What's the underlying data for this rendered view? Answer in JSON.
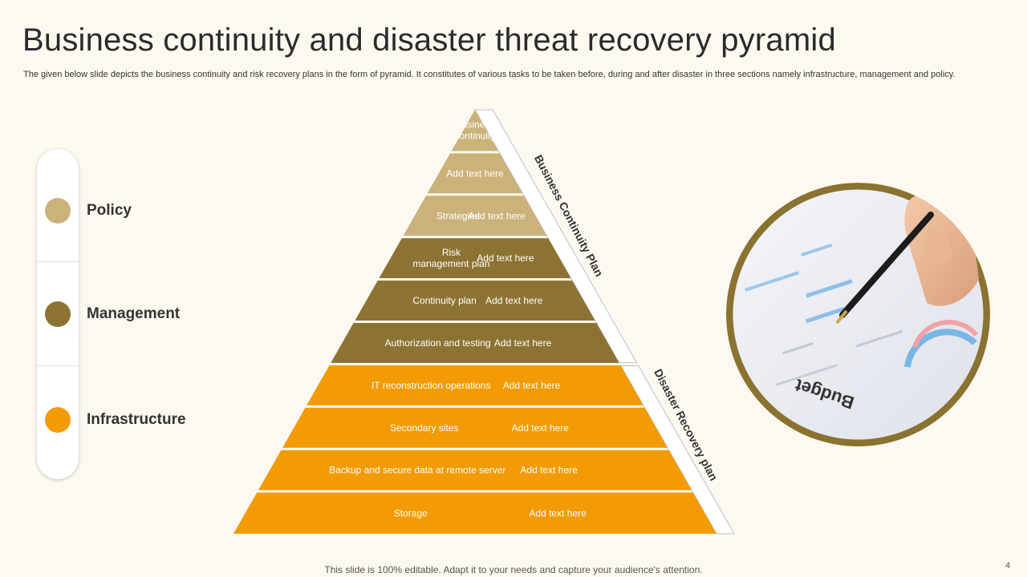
{
  "title": "Business continuity and disaster threat recovery pyramid",
  "subtitle": "The given below slide depicts the business continuity and risk recovery plans in the form of pyramid. It constitutes of various tasks to be taken before, during and after disaster in three sections namely infrastructure, management and policy.",
  "legend": [
    {
      "label": "Policy",
      "color": "#cbb27a"
    },
    {
      "label": "Management",
      "color": "#8c7333"
    },
    {
      "label": "Infrastructure",
      "color": "#f29b06"
    }
  ],
  "colors": {
    "policy": "#cbb27a",
    "management": "#8c7333",
    "infrastructure": "#f29b06"
  },
  "side_labels": {
    "upper": "Business Continuity Plan",
    "lower": "Disaster Recovery plan"
  },
  "pyramid_layers": [
    {
      "label": "Business\ncontinuity",
      "text": "",
      "category": "policy"
    },
    {
      "label": "",
      "text": "Add text here",
      "category": "policy"
    },
    {
      "label": "Strategies",
      "text": "Add text here",
      "category": "policy"
    },
    {
      "label": "Risk\nmanagement plan",
      "text": "Add text here",
      "category": "management"
    },
    {
      "label": "Continuity plan",
      "text": "Add text here",
      "category": "management"
    },
    {
      "label": "Authorization and testing",
      "text": "Add text here",
      "category": "management"
    },
    {
      "label": "IT reconstruction operations",
      "text": "Add text here",
      "category": "infrastructure"
    },
    {
      "label": "Secondary sites",
      "text": "Add text here",
      "category": "infrastructure"
    },
    {
      "label": "Backup and secure data at remote server",
      "text": "Add text here",
      "category": "infrastructure"
    },
    {
      "label": "Storage",
      "text": "Add text here",
      "category": "infrastructure"
    }
  ],
  "photo": {
    "icon": "hand-writing-on-budget-report-icon",
    "caption": "Budget"
  },
  "footer": "This slide is 100% editable. Adapt it to your needs and capture your audience's attention.",
  "page_number": "4"
}
